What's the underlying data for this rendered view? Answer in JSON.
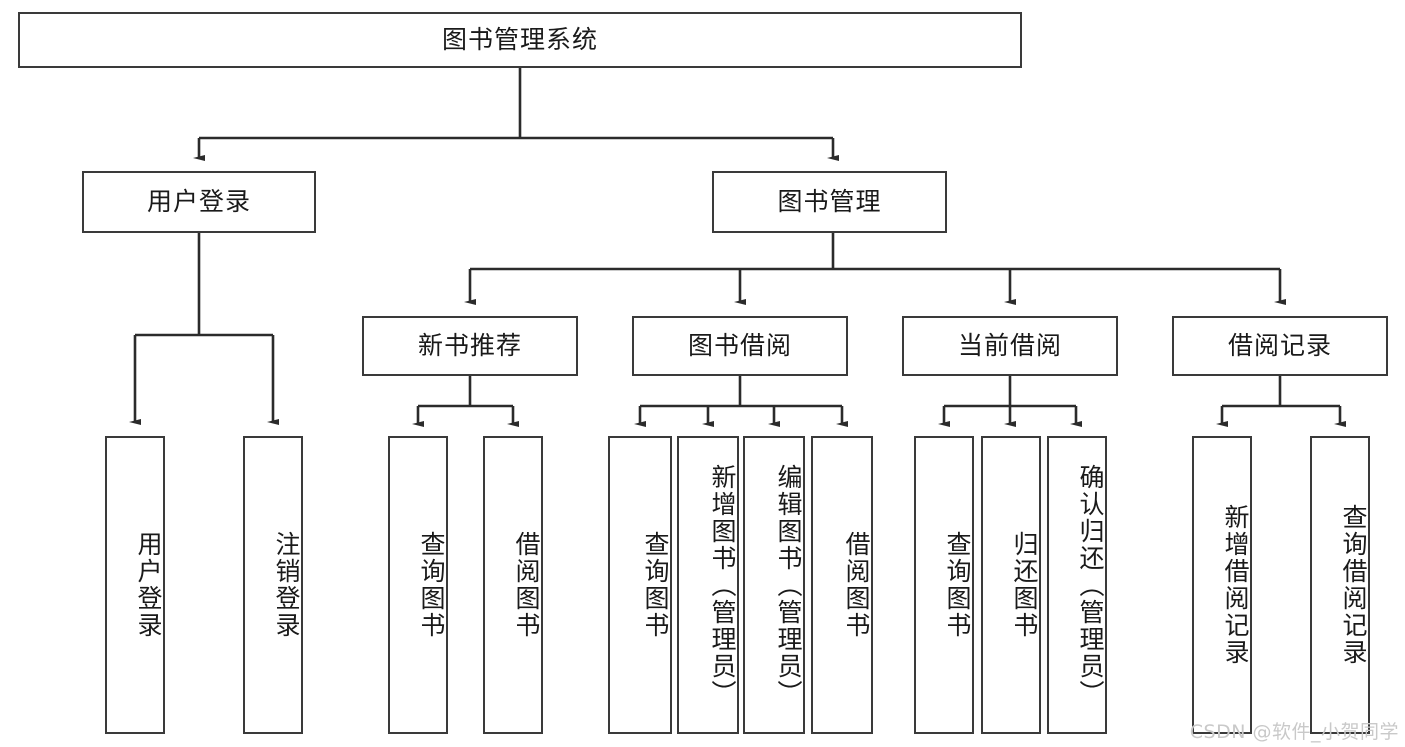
{
  "diagram": {
    "title": "图书管理系统",
    "type": "tree",
    "colors": {
      "box_border": "#3a3a3a",
      "box_fill": "#ffffff",
      "connector": "#2b2b2b",
      "text": "#1a1a1a",
      "watermark": "#c9c9c9",
      "background": "#ffffff"
    },
    "root": {
      "label": "图书管理系统"
    },
    "level2": [
      {
        "label": "用户登录"
      },
      {
        "label": "图书管理"
      }
    ],
    "level3": [
      {
        "label": "新书推荐"
      },
      {
        "label": "图书借阅"
      },
      {
        "label": "当前借阅"
      },
      {
        "label": "借阅记录"
      }
    ],
    "leaves": {
      "user_login": [
        {
          "label": "用户登录"
        },
        {
          "label": "注销登录"
        }
      ],
      "new_book": [
        {
          "label": "查询图书"
        },
        {
          "label": "借阅图书"
        }
      ],
      "book_borrow": [
        {
          "label": "查询图书"
        },
        {
          "label": "新增图书（管理员）"
        },
        {
          "label": "编辑图书（管理员）"
        },
        {
          "label": "借阅图书"
        }
      ],
      "current_borrow": [
        {
          "label": "查询图书"
        },
        {
          "label": "归还图书"
        },
        {
          "label": "确认归还（管理员）"
        }
      ],
      "borrow_record": [
        {
          "label": "新增借阅记录"
        },
        {
          "label": "查询借阅记录"
        }
      ]
    },
    "watermark": "CSDN @软件_小贺同学"
  }
}
